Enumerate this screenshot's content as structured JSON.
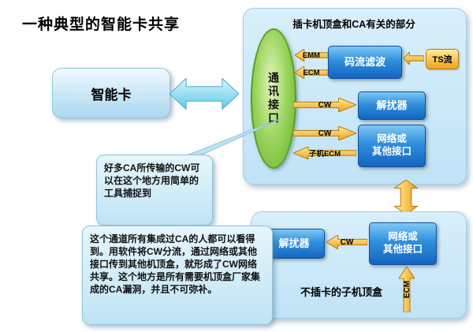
{
  "title": "一种典型的智能卡共享",
  "smartcard": {
    "label": "智能卡"
  },
  "top_panel": {
    "title": "插卡机顶盒和CA有关的部分",
    "comm_interface_label": "通讯接口",
    "stream_filter_label": "码流滤波",
    "descrambler_label": "解扰器",
    "network_line1": "网络或",
    "network_line2": "其他接口",
    "emm_label": "EMM",
    "ecm_label": "ECM",
    "ts_label": "TS流",
    "cw_to_descrambler_label": "CW",
    "cw_to_network_label": "CW",
    "child_ecm_label": "子机ECM"
  },
  "bottom_panel": {
    "title": "不插卡的子机顶盒",
    "descrambler_label": "解扰器",
    "network_line1": "网络或",
    "network_line2": "其他接口",
    "cw_label": "CW",
    "ecm_label": "ECM"
  },
  "callouts": {
    "capture": "好多CA所传输的CW可以在这个地方用简单的工具捕捉到",
    "explain": "这个通道所有集成过CA的人都可以看得到。用软件将CW分流，通过网络或其他接口传到其他机顶盒，就形成了CW网络共享。这个地方是所有需要机顶盒厂家集成的CA漏洞，并且不可弥补。"
  },
  "colors": {
    "panel_bg": "#c9e8f8",
    "box_blue_top": "#7ec8f5",
    "box_blue_bottom": "#1565c0",
    "arrow_gold_light": "#ffec9a",
    "arrow_gold_dark": "#eea31d",
    "ellipse_green": "#7cc63e",
    "cyan_arrow": "#9adef2"
  }
}
